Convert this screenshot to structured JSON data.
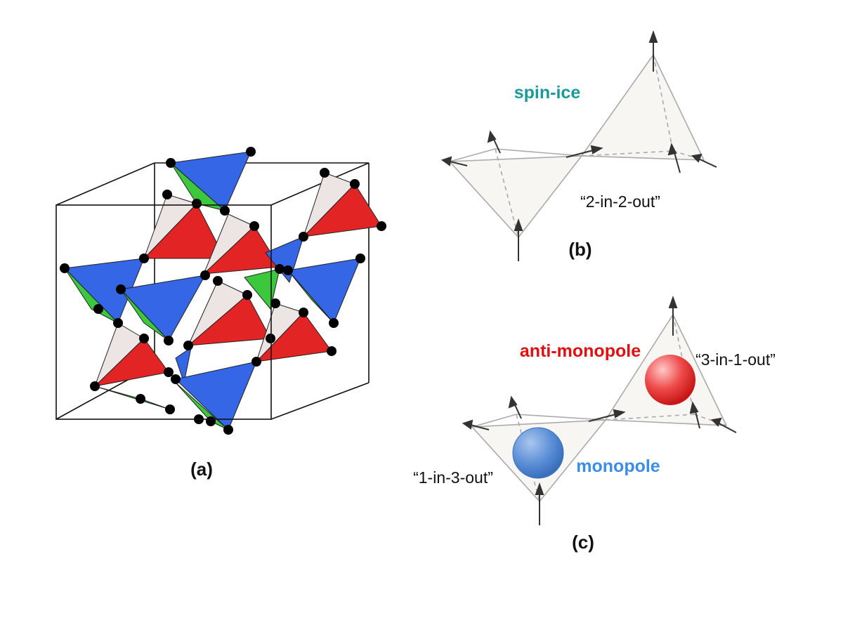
{
  "panels": {
    "a": {
      "label": "(a)"
    },
    "b": {
      "label": "(b)",
      "title": "spin-ice",
      "config": "“2-in-2-out”"
    },
    "c": {
      "label": "(c)",
      "anti_monopole": "anti-monopole",
      "monopole": "monopole",
      "config_anti": "“3-in-1-out”",
      "config_mono": "“1-in-3-out”"
    }
  },
  "colors": {
    "blue_tetra": "#3466e6",
    "red_tetra": "#e22424",
    "green_face": "#3cc83c",
    "white_face": "#ede4e4",
    "spin_ice": "#1a9a9a",
    "anti_monopole": "#e01010",
    "monopole": "#3a8ee8",
    "red_sphere": "#ee4040",
    "blue_sphere": "#5b8fd6"
  }
}
